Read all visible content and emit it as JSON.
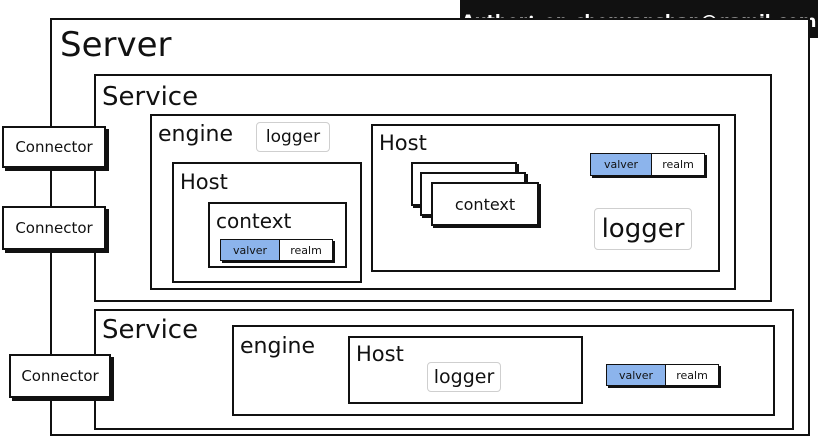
{
  "author": "Author：op.chenyanshan@gamil.com",
  "server": {
    "title": "Server"
  },
  "connectors": [
    "Connector",
    "Connector",
    "Connector"
  ],
  "service1": {
    "title": "Service",
    "engine": {
      "title": "engine",
      "logger": "logger",
      "host_left": {
        "title": "Host",
        "context": {
          "title": "context",
          "valver": "valver",
          "realm": "realm"
        }
      },
      "host_right": {
        "title": "Host",
        "context": "context",
        "valver": "valver",
        "realm": "realm",
        "logger": "logger"
      }
    }
  },
  "service2": {
    "title": "Service",
    "engine": {
      "title": "engine",
      "host": {
        "title": "Host",
        "logger": "logger"
      },
      "valver": "valver",
      "realm": "realm"
    }
  },
  "colors": {
    "valver_fill": "#8cb4ec",
    "author_bg": "#111111",
    "author_text": "#ffffff"
  }
}
